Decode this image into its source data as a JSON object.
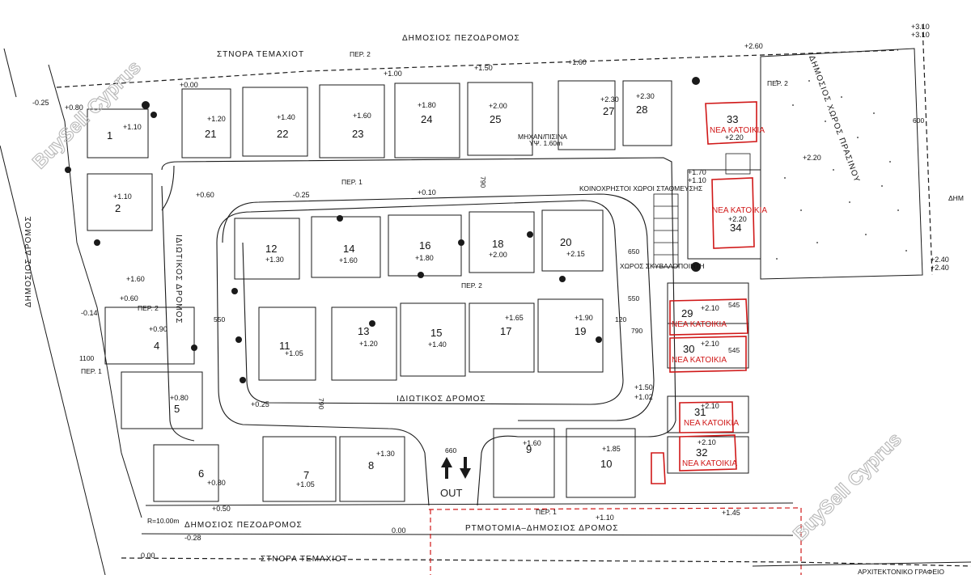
{
  "streets": {
    "public_walkway_top": "ΔΗΜΟΣΙΟΣ ΠΕΖΟΔΡΟΜΟΣ",
    "plot_border_top": "ΣΤΝΟΡΑ ΤΕΜΑΧΙΟΤ",
    "public_walkway_bottom": "ΔΗΜΟΣΙΟΣ ΠΕΖΟΔΡΟΜΟΣ",
    "setback_public_road": "ΡΤΜΟΤΟΜΙΑ–ΔΗΜΟΣΙΟΣ ΔΡΟΜΟΣ",
    "plot_border_bottom": "ΣΤΝΟΡΑ ΤΕΜΑΧΙΟΤ",
    "private_road": "ΙΔΙΩΤΙΚΟΣ ΔΡΟΜΟΣ",
    "public_road_left": "ΔΗΜΟΣΙΟΣ ΔΡΟΜΟΣ",
    "private_road_vertical": "ΙΔΙΩΤΙΚΟΣ ΔΡΟΜΟΣ",
    "public_green_space": "ΔΗΜΟΣΙΟΣ ΧΩΡΟΣ ΠΡΑΣΙΝΟΥ",
    "edge_right": "ΔΗΜ",
    "office_caption": "ΑΡΧΙΤΕΚΤΟΝΙΚΟ ΓΡΑΦΕΙΟ"
  },
  "plots": [
    {
      "n": "1",
      "level": "+1.10"
    },
    {
      "n": "2",
      "level": "+1.10"
    },
    {
      "n": "4",
      "level": "+0.90"
    },
    {
      "n": "5",
      "level": "+0.80"
    },
    {
      "n": "6",
      "level": "+0.80"
    },
    {
      "n": "7",
      "level": "+1.05"
    },
    {
      "n": "8",
      "level": "+1.30"
    },
    {
      "n": "9",
      "level": "+1.60"
    },
    {
      "n": "10",
      "level": "+1.85"
    },
    {
      "n": "11",
      "level": "+1.05"
    },
    {
      "n": "12",
      "level": "+1.30"
    },
    {
      "n": "13",
      "level": "+1.20"
    },
    {
      "n": "14",
      "level": "+1.60"
    },
    {
      "n": "15",
      "level": "+1.40"
    },
    {
      "n": "16",
      "level": "+1.80"
    },
    {
      "n": "17",
      "level": "+1.65"
    },
    {
      "n": "18",
      "level": "+2.00"
    },
    {
      "n": "19",
      "level": "+1.90"
    },
    {
      "n": "20",
      "level": "+2.15"
    },
    {
      "n": "21",
      "level": "+1.20"
    },
    {
      "n": "22",
      "level": "+1.40"
    },
    {
      "n": "23",
      "level": "+1.60"
    },
    {
      "n": "24",
      "level": "+1.80"
    },
    {
      "n": "25",
      "level": "+2.00"
    },
    {
      "n": "27",
      "level": "+2.30"
    },
    {
      "n": "28",
      "level": "+2.30"
    }
  ],
  "new_plots": [
    {
      "n": "33",
      "tag": "ΝΕΑ ΚΑΤΟΙΚΙΑ",
      "level": "+2.20"
    },
    {
      "n": "34",
      "tag": "ΝΕΑ ΚΑΤΟΙΚΙΑ",
      "level": "+2.20"
    },
    {
      "n": "29",
      "tag": "ΝΕΑ ΚΑΤΟΙΚΙΑ",
      "level": "+2.10"
    },
    {
      "n": "30",
      "tag": "ΝΕΑ ΚΑΤΟΙΚΙΑ",
      "level": "+2.10"
    },
    {
      "n": "31",
      "tag": "ΝΕΑ ΚΑΤΟΙΚΙΑ",
      "level": "+2.10"
    },
    {
      "n": "32",
      "tag": "ΝΕΑ ΚΑΤΟΙΚΙΑ",
      "level": "+2.10"
    }
  ],
  "perimeter_labels": [
    "ΠΕΡ. 2",
    "ΠΕΡ. 1",
    "ΠΕΡ. 2",
    "ΠΕΡ. 2",
    "ΠΕΡ. 1",
    "ΠΕΡ. 1",
    "ΠΕΡ. 2"
  ],
  "elevations": [
    "+0.00",
    "-0.25",
    "+0.80",
    "+0.60",
    "-0.25",
    "+0.10",
    "+1.00",
    "+1.50",
    "+1.60",
    "+2.60",
    "+3.10",
    "+3.10",
    "+2.20",
    "+2.40",
    "+2.40",
    "+1.70",
    "+1.10",
    "+1.50",
    "+1.02",
    "+1.45",
    "+1.10",
    "+0.25",
    "+0.50",
    "-0.28",
    "0.00",
    "0.00",
    "-0.14",
    "+0.60",
    "+1.60"
  ],
  "dimensions": [
    "600",
    "790",
    "550",
    "1100",
    "660",
    "790",
    "550",
    "545",
    "545",
    "650",
    "120",
    "790"
  ],
  "annotations": {
    "common_parking": "ΚΟΙΝΟΧΡΗΣΤΟΙ ΧΩΡΟΙ ΣΤΑΘΜΕΥΣΗΣ",
    "rubbish_area": "ΧΩΡΟΣ ΣΚΥΒΑΛΟΠΟΙΗΤΗ",
    "pump_room": "ΜΗΧΑΝ/ΠΙΣΙΝΑ",
    "pump_level": "ΥΨ. 1.60m",
    "radius": "R=10.00m",
    "exit": "OUT"
  },
  "watermark": "BuySell Cyprus",
  "colors": {
    "ink": "#1a1a1a",
    "accent_red": "#d01818",
    "watermark": "#b8b8b8"
  }
}
